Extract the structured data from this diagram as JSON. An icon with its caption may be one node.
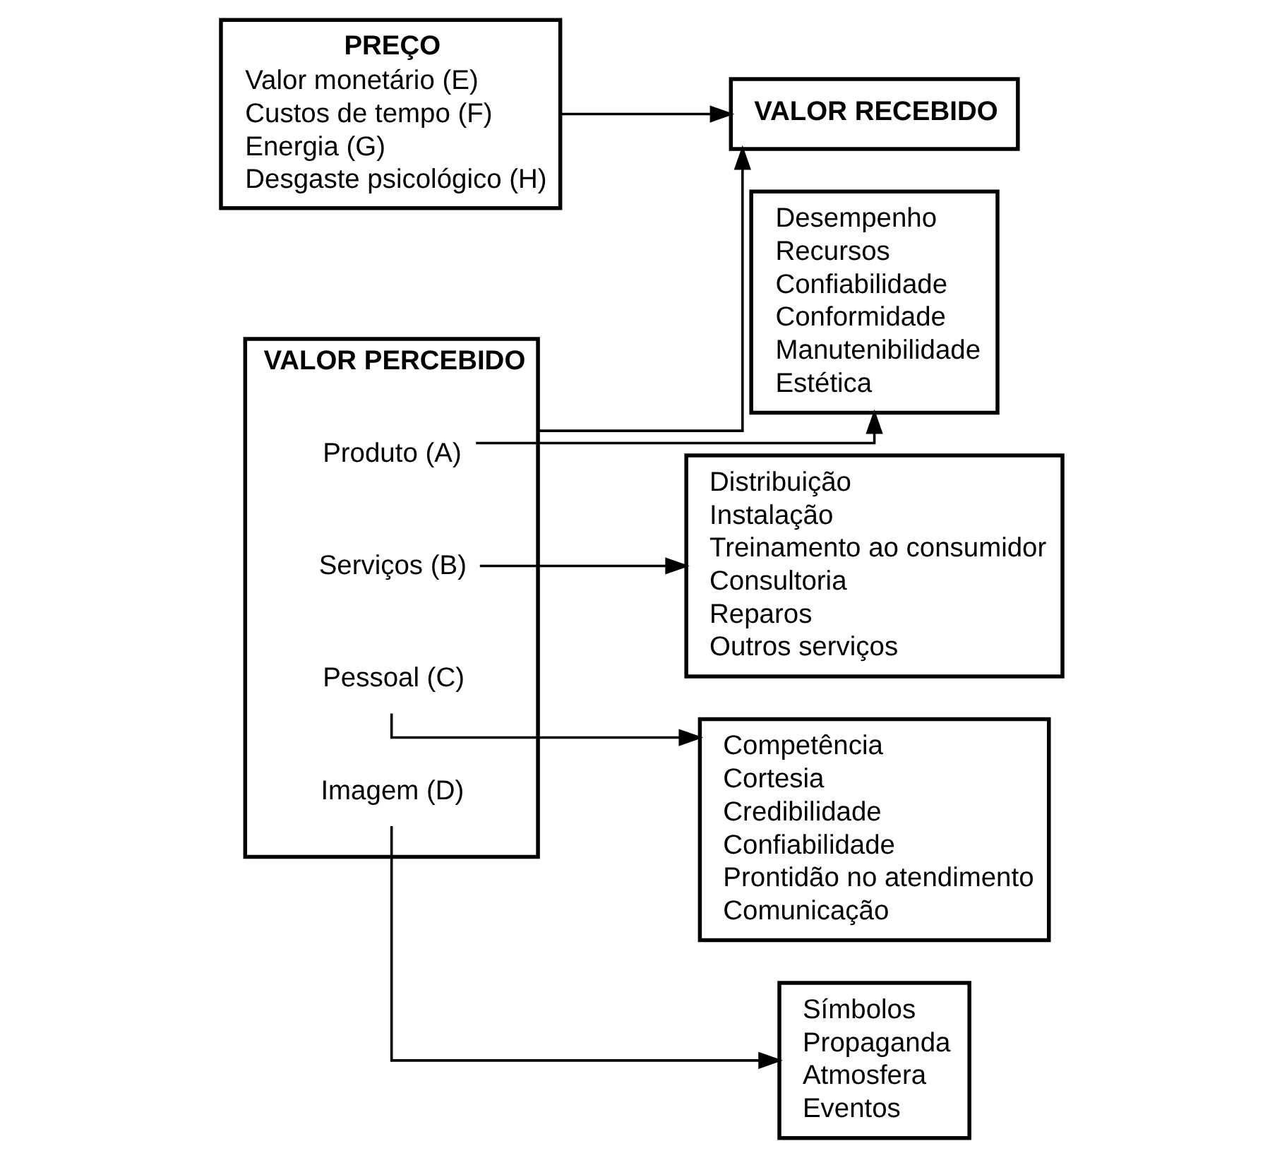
{
  "diagram": {
    "nodes": [
      {
        "text": [
          "VALOR PERCEBIDO"
        ]
      },
      {
        "text": [
          "Produto (A)"
        ],
        "in": 0
      },
      {
        "text": [
          "Serviços (B)"
        ],
        "in": 0
      },
      {
        "text": [
          "Pessoal (C)"
        ],
        "in": 0
      },
      {
        "text": [
          "Imagem (D)"
        ],
        "in": 0
      },
      {
        "text": [
          "Desempenho",
          "Recursos",
          "Confiabilidade",
          "Conformidade",
          "Manutenibilidade",
          "Estética"
        ]
      },
      {
        "text": [
          "Distribuição",
          "Instalação",
          "Treinamento ao consumidor",
          "Consultoria",
          "Reparos",
          "Outros serviços"
        ]
      },
      {
        "text": [
          "Competência",
          "Cortesia",
          "Credibilidade",
          "Confiabilidade",
          "Prontidão no atendimento",
          "Comunicação"
        ]
      },
      {
        "text": [
          "Símbolos",
          "Propaganda",
          "Atmosfera",
          "Eventos"
        ]
      },
      {
        "text": [
          "VALOR RECEBIDO"
        ]
      },
      {
        "text": [
          "PREÇO",
          "Valor monetário (E)",
          "Custos de tempo (F)",
          "Energia (G)",
          "Desgaste psicológico (H)"
        ]
      }
    ],
    "edges": [
      {
        "from": 1,
        "to": 5,
        "arrow": "to"
      },
      {
        "from": 2,
        "to": 6,
        "arrow": "to"
      },
      {
        "from": 3,
        "to": 7,
        "arrow": "to"
      },
      {
        "from": 4,
        "to": 8,
        "arrow": "to"
      },
      {
        "from": 0,
        "to": 9,
        "arrow": "to"
      },
      {
        "from": 10,
        "to": 9,
        "arrow": "to"
      }
    ]
  }
}
